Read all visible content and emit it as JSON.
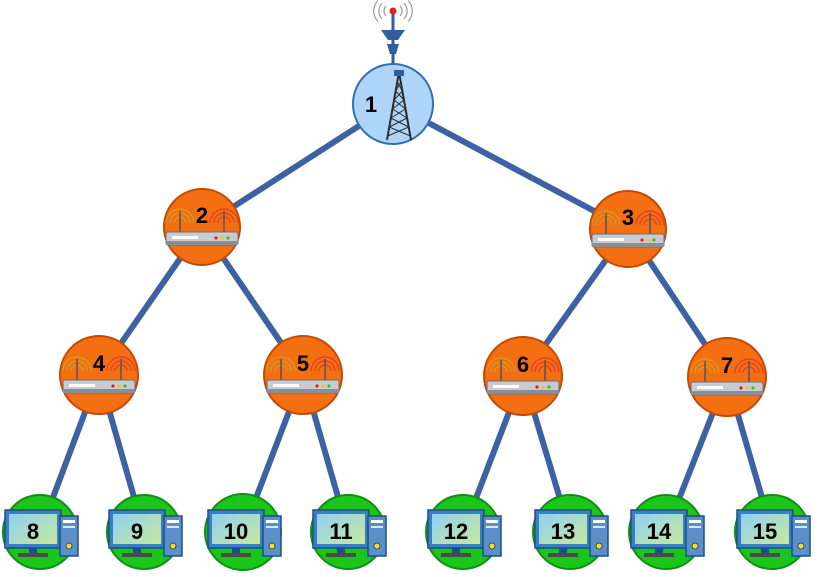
{
  "colors": {
    "edge": "#3d62a3",
    "root_fill": "#aed4f7",
    "root_stroke": "#2f6fb2",
    "router_fill": "#f36f12",
    "router_stroke": "#c44a04",
    "computer_fill": "#1bc61b",
    "computer_stroke": "#0f8f14"
  },
  "nodes": [
    {
      "id": "1",
      "label": "1",
      "type": "tower"
    },
    {
      "id": "2",
      "label": "2",
      "type": "router"
    },
    {
      "id": "3",
      "label": "3",
      "type": "router"
    },
    {
      "id": "4",
      "label": "4",
      "type": "router"
    },
    {
      "id": "5",
      "label": "5",
      "type": "router"
    },
    {
      "id": "6",
      "label": "6",
      "type": "router"
    },
    {
      "id": "7",
      "label": "7",
      "type": "router"
    },
    {
      "id": "8",
      "label": "8",
      "type": "computer"
    },
    {
      "id": "9",
      "label": "9",
      "type": "computer"
    },
    {
      "id": "10",
      "label": "10",
      "type": "computer"
    },
    {
      "id": "11",
      "label": "11",
      "type": "computer"
    },
    {
      "id": "12",
      "label": "12",
      "type": "computer"
    },
    {
      "id": "13",
      "label": "13",
      "type": "computer"
    },
    {
      "id": "14",
      "label": "14",
      "type": "computer"
    },
    {
      "id": "15",
      "label": "15",
      "type": "computer"
    }
  ],
  "edges": [
    [
      "1",
      "2"
    ],
    [
      "1",
      "3"
    ],
    [
      "2",
      "4"
    ],
    [
      "2",
      "5"
    ],
    [
      "3",
      "6"
    ],
    [
      "3",
      "7"
    ],
    [
      "4",
      "8"
    ],
    [
      "4",
      "9"
    ],
    [
      "5",
      "10"
    ],
    [
      "5",
      "11"
    ],
    [
      "6",
      "12"
    ],
    [
      "6",
      "13"
    ],
    [
      "7",
      "14"
    ],
    [
      "7",
      "15"
    ]
  ]
}
